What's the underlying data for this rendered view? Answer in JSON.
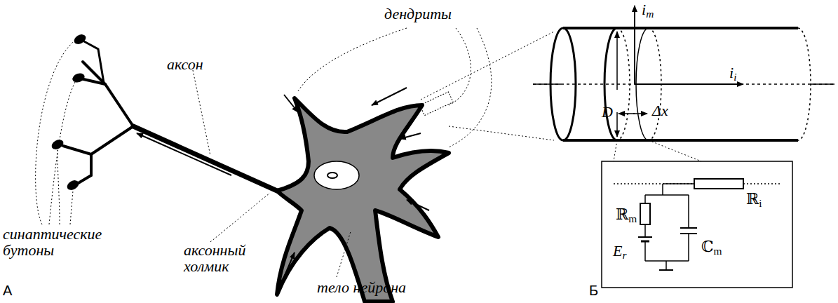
{
  "diagram": {
    "labels": [
      "дендриты",
      "аксон",
      "синаптические бутоны",
      "аксонный холмик",
      "тело нейрона",
      "А",
      "Б",
      "im",
      "ii",
      "D",
      "Δx",
      "ℝm",
      "ℝi",
      "Er",
      "ℂm"
    ]
  }
}
